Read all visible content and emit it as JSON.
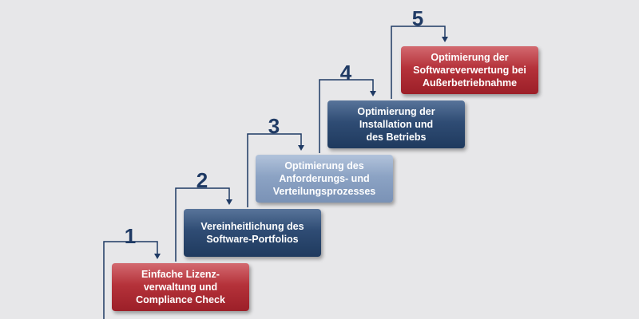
{
  "colors": {
    "background": "#e7e7e9",
    "number": "#1f3a64",
    "connector": "#1f3a64",
    "red": "#a8262f",
    "blue": "#2b4870",
    "light_blue": "#8ea5c6"
  },
  "steps": [
    {
      "number": "1",
      "label": "Einfache Lizenz-\nverwaltung und\nCompliance Check",
      "style": "red"
    },
    {
      "number": "2",
      "label": "Vereinheitlichung des\nSoftware-Portfolios",
      "style": "blue"
    },
    {
      "number": "3",
      "label": "Optimierung des\nAnforderungs- und\nVerteilungsprozesses",
      "style": "light"
    },
    {
      "number": "4",
      "label": "Optimierung der\nInstallation und\ndes Betriebs",
      "style": "blue"
    },
    {
      "number": "5",
      "label": "Optimierung der\nSoftwareverwertung bei\nAußerbetriebnahme",
      "style": "red"
    }
  ]
}
